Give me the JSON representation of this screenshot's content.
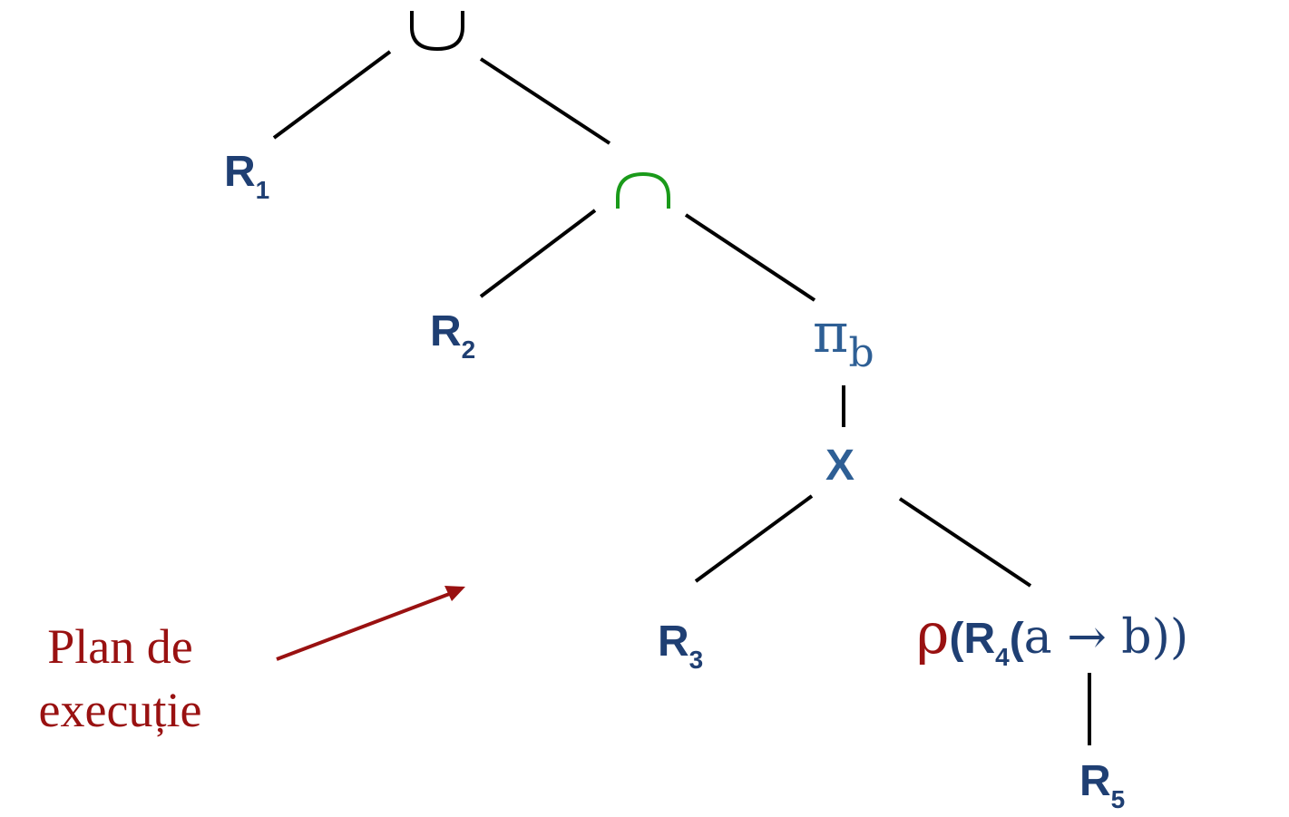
{
  "colors": {
    "relation": "#1f3f73",
    "operator": "#2e5f95",
    "intersection": "#1a9a1a",
    "union": "#000000",
    "accent": "#991111",
    "edge": "#000000"
  },
  "nodes": {
    "union": {
      "icon": "union-symbol"
    },
    "intersection": {
      "icon": "intersection-symbol"
    },
    "r1": {
      "base": "R",
      "sub": "1"
    },
    "r2": {
      "base": "R",
      "sub": "2"
    },
    "projection": {
      "symbol": "π",
      "sub": "b"
    },
    "cross": {
      "label": "X"
    },
    "r3": {
      "base": "R",
      "sub": "3"
    },
    "rename": {
      "rho": "ρ",
      "open": "(",
      "base": "R",
      "sub": "4",
      "open2": "(",
      "expr": "a → b))"
    },
    "r5": {
      "base": "R",
      "sub": "5"
    }
  },
  "caption": {
    "line1": "Plan de",
    "line2": "execuție"
  }
}
